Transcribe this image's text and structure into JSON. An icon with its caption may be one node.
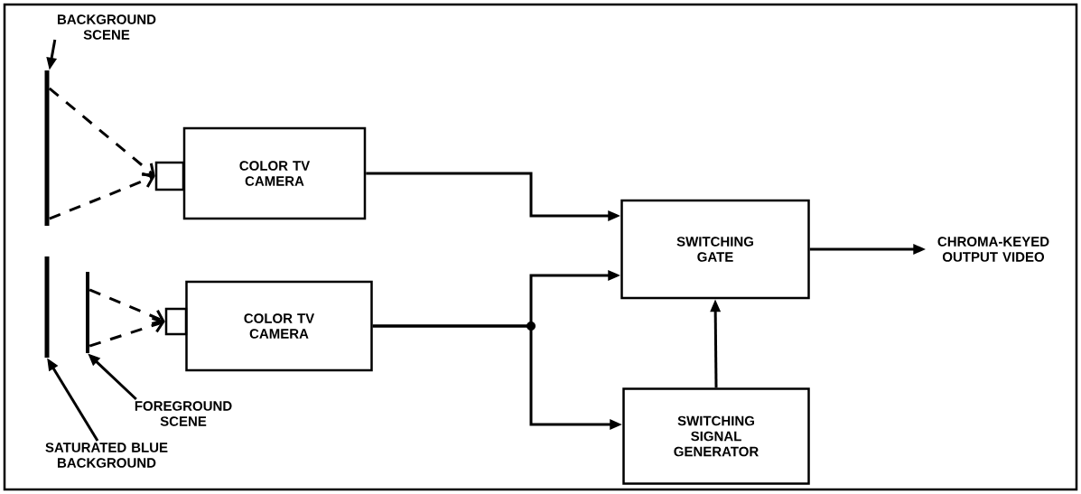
{
  "diagram": {
    "nodes": [
      {
        "text": [
          "BACKGROUND SCENE"
        ]
      },
      {
        "text": [],
        "shape": "bar"
      },
      {
        "text": [],
        "shape": "box"
      },
      {
        "text": [
          "COLOR TV CAMERA"
        ]
      },
      {
        "text": [],
        "shape": "bar"
      },
      {
        "text": [],
        "shape": "bar"
      },
      {
        "text": [],
        "shape": "box"
      },
      {
        "text": [
          "COLOR TV CAMERA"
        ]
      },
      {
        "text": [
          "SWITCHING GATE"
        ]
      },
      {
        "text": [
          "CHROMA-KEYED OUTPUT VIDEO"
        ]
      },
      {
        "text": [
          "SWITCHING SIGNAL GENERATOR"
        ]
      },
      {
        "text": [
          "FOREGROUND SCENE"
        ]
      },
      {
        "text": [
          "SATURATED BLUE BACKGROUND"
        ]
      }
    ],
    "edges": [
      {
        "from": 0,
        "to": 1,
        "arrow": "to"
      },
      {
        "from": 1,
        "to": 2,
        "arrow": "to",
        "style": "dashed"
      },
      {
        "from": 1,
        "to": 2,
        "arrow": "to",
        "style": "dashed"
      },
      {
        "from": 5,
        "to": 6,
        "arrow": "to",
        "style": "dashed"
      },
      {
        "from": 5,
        "to": 6,
        "arrow": "to",
        "style": "dashed"
      },
      {
        "from": 3,
        "to": 8,
        "arrow": "to"
      },
      {
        "from": 7,
        "to": 8,
        "arrow": "to"
      },
      {
        "from": 7,
        "to": 10,
        "arrow": "to"
      },
      {
        "from": 10,
        "to": 8,
        "arrow": "to"
      },
      {
        "from": 8,
        "to": 9,
        "arrow": "to"
      },
      {
        "from": 11,
        "to": 5,
        "arrow": "to"
      },
      {
        "from": 12,
        "to": 4,
        "arrow": "to"
      }
    ]
  }
}
